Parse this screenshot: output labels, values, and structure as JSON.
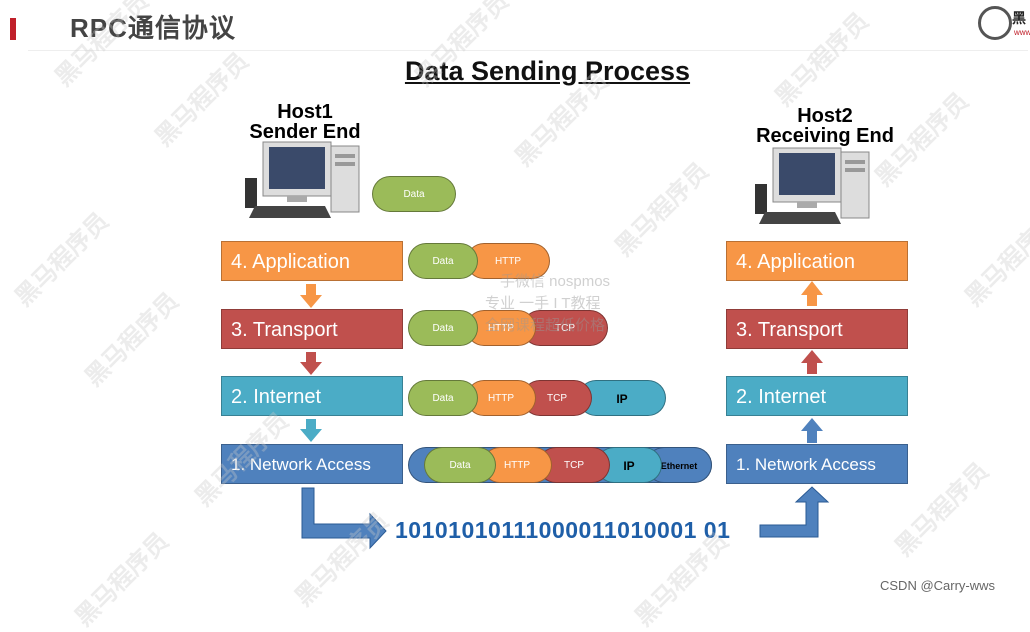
{
  "header": {
    "title": "RPC通信协议",
    "logo_text": "黑",
    "logo_url": "www"
  },
  "diagram": {
    "title": "Data Sending Process",
    "host1": {
      "line1": "Host1",
      "line2": "Sender End"
    },
    "host2": {
      "line1": "Host2",
      "line2": "Receiving End"
    },
    "sender_layers": [
      "4. Application",
      "3. Transport",
      "2. Internet",
      "1. Network Access"
    ],
    "receiver_layers": [
      "4. Application",
      "3. Transport",
      "2. Internet",
      "1. Network Access"
    ],
    "segments": {
      "data": "Data",
      "http": "HTTP",
      "tcp": "TCP",
      "ip": "IP",
      "ethernet": "Ethernet"
    },
    "binary": "10101010111000011010001 01"
  },
  "watermark": {
    "text": "黑马程序员",
    "line1": "手微信 nospmos",
    "line2": "专业 一手 I T教程",
    "line3": "全网课程超低价格"
  },
  "footer": {
    "credit": "CSDN @Carry-wws"
  },
  "colors": {
    "orange": "#f79646",
    "red": "#c0504d",
    "teal": "#4bacc6",
    "blue": "#4f81bd",
    "green": "#9bbb59",
    "binary": "#1f5fa8"
  }
}
